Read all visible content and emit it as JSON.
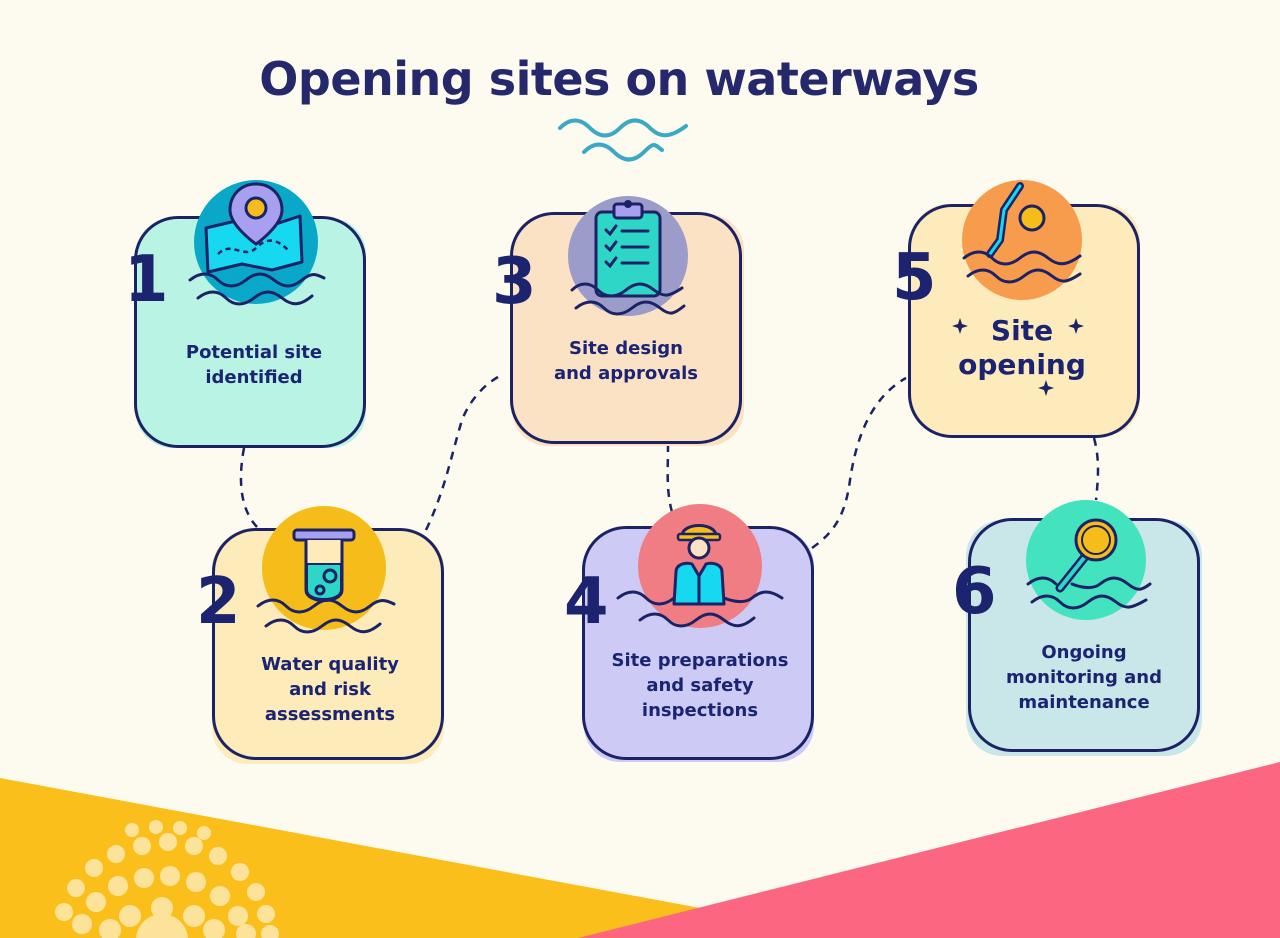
{
  "title": "Opening sites on waterways",
  "colors": {
    "title": "#25286a",
    "outline": "#1c2266",
    "background": "#fdfbf0",
    "wave": "#3ba9c6",
    "yellow_shape": "#fbbf1c",
    "pink_shape": "#fd6680"
  },
  "steps": [
    {
      "number": "1",
      "label_lines": [
        "Potential site",
        "identified"
      ],
      "icon": "map-location-icon",
      "card_color": "#b8f3e4",
      "icon_bg": "#0aa8c8"
    },
    {
      "number": "2",
      "label_lines": [
        "Water quality",
        "and risk",
        "assessments"
      ],
      "icon": "test-tube-icon",
      "card_color": "#fdebb9",
      "icon_bg": "#f5bc1a"
    },
    {
      "number": "3",
      "label_lines": [
        "Site design",
        "and approvals"
      ],
      "icon": "clipboard-checklist-icon",
      "card_color": "#fbe2c4",
      "icon_bg": "#9c9ccb"
    },
    {
      "number": "4",
      "label_lines": [
        "Site preparations",
        "and safety",
        "inspections"
      ],
      "icon": "safety-worker-icon",
      "card_color": "#cdcbf5",
      "icon_bg": "#f07d84"
    },
    {
      "number": "5",
      "label_lines": [
        "Site",
        "opening"
      ],
      "icon": "swimmer-icon",
      "card_color": "#fdebbb",
      "icon_bg": "#f79c4d"
    },
    {
      "number": "6",
      "label_lines": [
        "Ongoing",
        "monitoring and",
        "maintenance"
      ],
      "icon": "magnifying-glass-icon",
      "card_color": "#c9e7e8",
      "icon_bg": "#43e3bf"
    }
  ]
}
